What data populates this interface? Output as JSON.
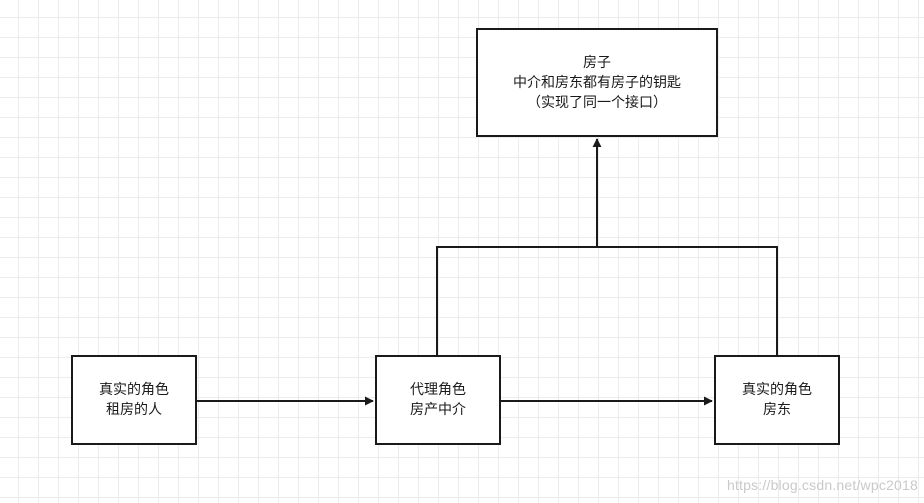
{
  "diagram": {
    "nodes": {
      "house": {
        "lines": [
          "房子",
          "中介和房东都有房子的钥匙",
          "（实现了同一个接口）"
        ]
      },
      "tenant": {
        "lines": [
          "真实的角色",
          "租房的人"
        ]
      },
      "agent": {
        "lines": [
          "代理角色",
          "房产中介"
        ]
      },
      "landlord": {
        "lines": [
          "真实的角色",
          "房东"
        ]
      }
    },
    "edges": [
      {
        "from": "tenant",
        "to": "agent"
      },
      {
        "from": "agent",
        "to": "landlord"
      },
      {
        "from": "agent",
        "to": "house"
      },
      {
        "from": "landlord",
        "to": "house"
      }
    ]
  },
  "watermark": "https://blog.csdn.net/wpc2018",
  "colors": {
    "stroke": "#1a1a1a",
    "grid": "#ececec",
    "watermark": "#c9c9c9"
  }
}
